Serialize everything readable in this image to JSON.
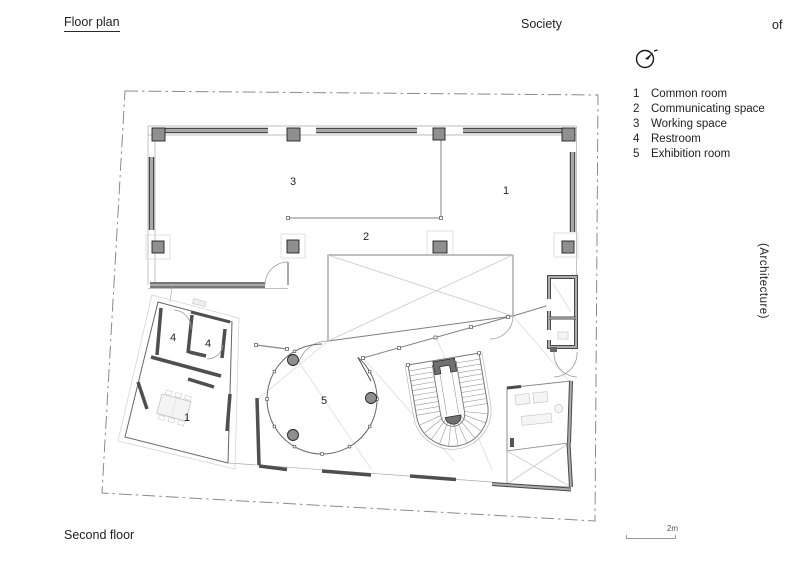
{
  "header": {
    "title": "Floor plan",
    "center_text": "Society",
    "right_text": "of"
  },
  "legend": {
    "items": [
      {
        "num": "1",
        "label": "Common room"
      },
      {
        "num": "2",
        "label": "Communicating space"
      },
      {
        "num": "3",
        "label": "Working space"
      },
      {
        "num": "4",
        "label": "Restroom"
      },
      {
        "num": "5",
        "label": "Exhibition room"
      }
    ]
  },
  "side_text": "(Architecture)",
  "footer": {
    "floor_label": "Second floor",
    "scale_label": "2m"
  },
  "plan": {
    "room_labels": [
      {
        "text": "3"
      },
      {
        "text": "1"
      },
      {
        "text": "2"
      },
      {
        "text": "5"
      },
      {
        "text": "4"
      },
      {
        "text": "4"
      },
      {
        "text": "1"
      }
    ]
  },
  "icons": {
    "north": "north-arrow-icon"
  },
  "colors": {
    "wall_edge": "#4a4a4a",
    "wall_fill": "#a8a8a8",
    "column": "#8f8f8f",
    "line": "#808080",
    "light_line": "#e0e0e0",
    "boundary": "#8a8a8a",
    "text": "#1f1f1f"
  }
}
